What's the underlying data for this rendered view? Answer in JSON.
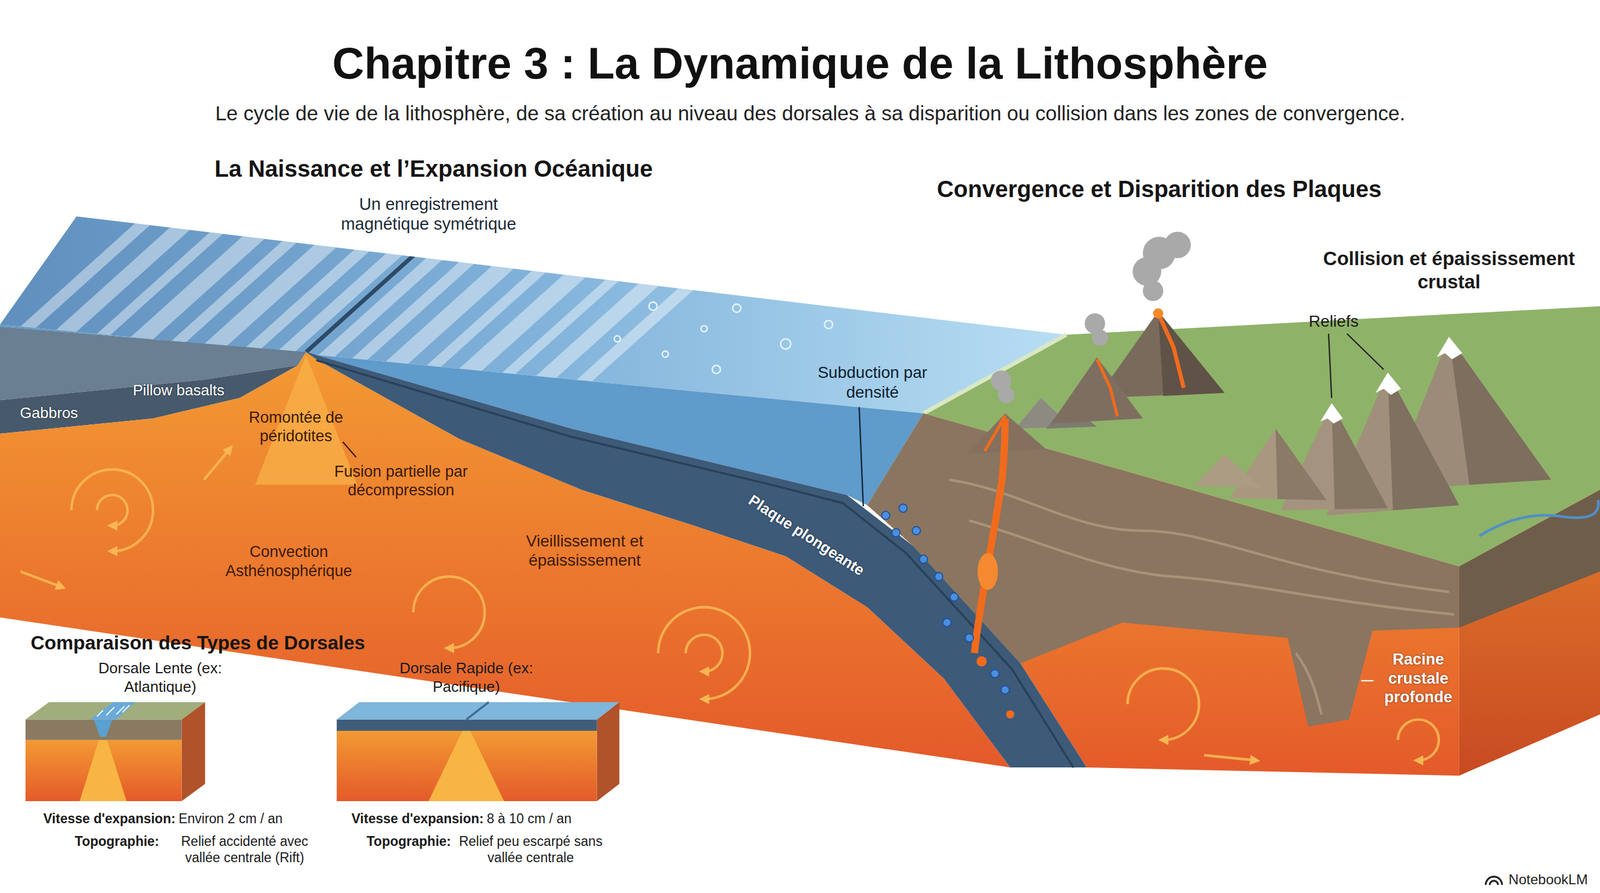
{
  "diagram": {
    "title": "Chapitre 3 : La Dynamique de la Lithosphère",
    "caption": "Le cycle de vie de la lithosphère, de sa création au niveau des dorsales à sa disparition ou collision dans les zones de convergence.",
    "labels": [
      "La Naissance et l’Expansion Océanique",
      "Un enregistrement magnétique symétrique",
      "Pillow basalts",
      "Gabbros",
      "Romontée de péridotites",
      "Fusion partielle par décompression",
      "Convection Asthénosphérique",
      "Vieillissement et épaississement",
      "Subduction par densité",
      "Plaque plongeante",
      "Convergence et Disparition des Plaques",
      "Collision et épaississement crustal",
      "Reliefs",
      "Racine crustale profonde",
      "Comparaison des Types de Dorsales",
      "Dorsale Lente (ex: Atlantique)",
      "Dorsale Rapide (ex: Pacifique)",
      "Vitesse d'expansion:",
      "Environ 2 cm / an",
      "Topographie:",
      "Relief accidenté avec vallée centrale (Rift)",
      "Vitesse d'expansion:",
      "8 à 10 cm / an",
      "Topographie:",
      "Relief peu escarpé sans vallée centrale",
      "NotebookLM"
    ]
  }
}
